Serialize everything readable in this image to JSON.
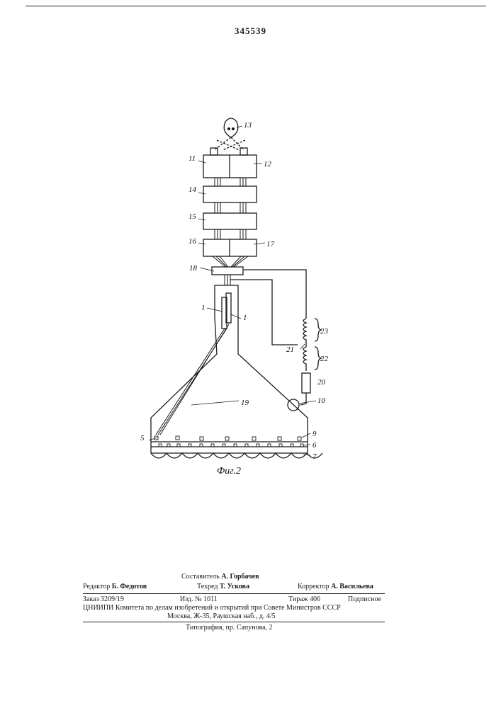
{
  "patent_number": "345539",
  "figure": {
    "caption": "Фиг.2",
    "labels": [
      "13",
      "11",
      "12",
      "14",
      "15",
      "16",
      "17",
      "18",
      "1",
      "1",
      "23",
      "21",
      "22",
      "20",
      "10",
      "19",
      "9",
      "5",
      "6",
      "7"
    ]
  },
  "footer": {
    "compiler": {
      "role": "Составитель",
      "name": "А. Горбачев"
    },
    "editor": {
      "role": "Редактор",
      "name": "Б. Федотов"
    },
    "techred": {
      "role": "Техред",
      "name": "Т. Ускова"
    },
    "corrector": {
      "role": "Корректор",
      "name": "А. Васильева"
    },
    "order": "Заказ 3209/19",
    "edition": "Изд. № 1011",
    "circulation": "Тираж 406",
    "subscription": "Подписное",
    "org": "ЦНИИПИ Комитета по делам изобретений и открытий при Совете Министров СССР",
    "address": "Москва, Ж-35, Раушская наб., д. 4/5",
    "printer": "Типография, пр. Сапунова, 2"
  }
}
